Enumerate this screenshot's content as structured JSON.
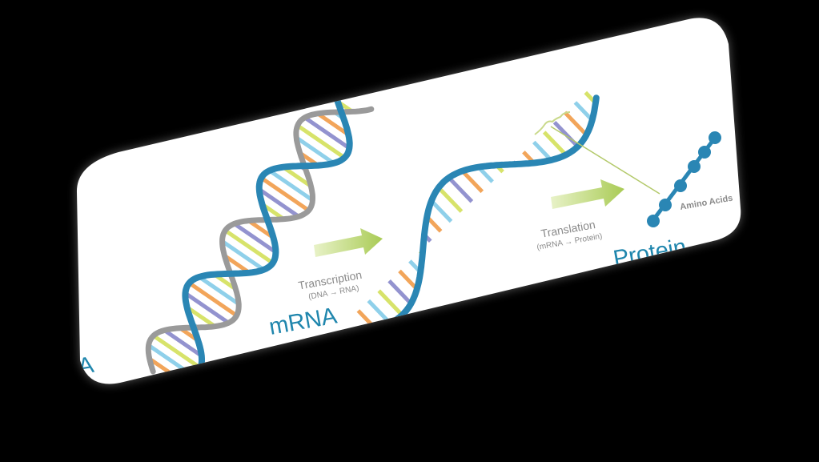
{
  "labels": {
    "dna": "DNA",
    "mrna": "mRNA",
    "protein": "Protein",
    "amino_acids": "Amino Acids"
  },
  "transcription": {
    "title": "Transcription",
    "subtitle": "(DNA → RNA)"
  },
  "translation": {
    "title": "Translation",
    "subtitle": "(mRNA → Protein)"
  },
  "colors": {
    "background": "#000000",
    "card": "#ffffff",
    "strand_blue": "#2a86b4",
    "strand_gray": "#9a9a9a",
    "arrow_green": "#b6d46a",
    "label_blue": "#1f86ad",
    "rung_colors": [
      "#f2a55a",
      "#8fd0ea",
      "#d7e36a",
      "#9393cf"
    ]
  }
}
